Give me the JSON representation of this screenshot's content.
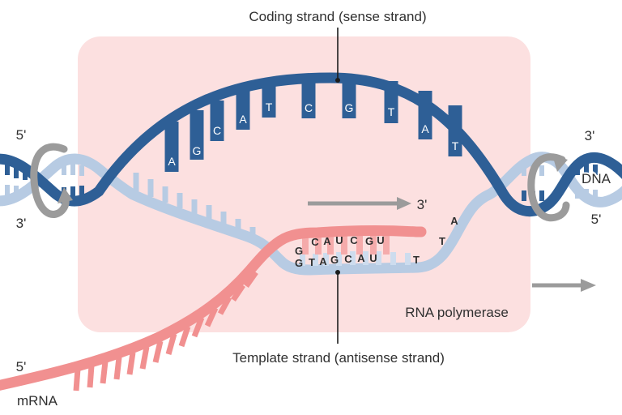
{
  "labels": {
    "coding_strand": "Coding strand (sense strand)",
    "template_strand": "Template strand (antisense strand)",
    "rna_polymerase": "RNA polymerase",
    "dna": "DNA",
    "mrna": "mRNA",
    "helix_left_top_prime": "5'",
    "helix_left_bottom_prime": "3'",
    "helix_right_top_prime": "3'",
    "helix_right_bottom_prime": "5'",
    "transcription_direction_prime": "3'",
    "mrna_five_prime": "5'"
  },
  "strands": {
    "coding": {
      "letters": [
        "A",
        "G",
        "C",
        "A",
        "T",
        "C",
        "G",
        "T",
        "A",
        "T"
      ]
    },
    "template": {
      "letters": [
        "G",
        "T",
        "A",
        "G",
        "C",
        "A",
        "U",
        "T"
      ],
      "right_letters": [
        "A",
        "T"
      ]
    },
    "mrna": {
      "letters": [
        "G",
        "C",
        "A",
        "U",
        "C",
        "G",
        "U"
      ]
    }
  },
  "colors": {
    "polymerase_box": "#fce0e0",
    "coding_strand": "#2e5f96",
    "template_strand": "#b7cbe3",
    "mrna_strand": "#f19090",
    "mrna_tooth": "#f5abab",
    "template_tooth": "#cddcee",
    "arrow": "#9b9b9b",
    "pointer": "#1c1c1c",
    "text": "#303030"
  }
}
